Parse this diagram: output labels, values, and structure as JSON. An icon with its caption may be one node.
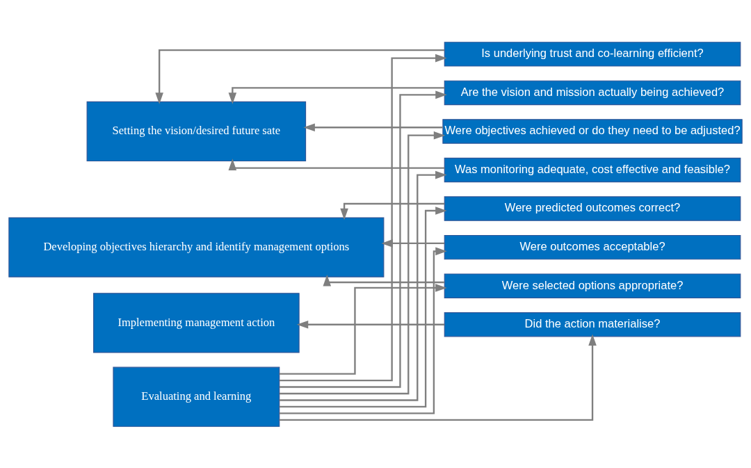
{
  "diagram": {
    "nodes": [
      {
        "text": [
          "Setting the vision/desired future sate"
        ]
      },
      {
        "text": [
          "Developing objectives hierarchy and identify management options"
        ]
      },
      {
        "text": [
          "Implementing management action"
        ]
      },
      {
        "text": [
          "Evaluating and learning"
        ]
      },
      {
        "text": [
          "Is underlying trust and co-learning efficient?"
        ]
      },
      {
        "text": [
          "Are the vision and mission actually being achieved?"
        ]
      },
      {
        "text": [
          "Were objectives achieved or do they need to be adjusted?"
        ]
      },
      {
        "text": [
          "Was monitoring adequate, cost effective and feasible?"
        ]
      },
      {
        "text": [
          "Were predicted outcomes correct?"
        ]
      },
      {
        "text": [
          "Were outcomes acceptable?"
        ]
      },
      {
        "text": [
          "Were selected options appropriate?"
        ]
      },
      {
        "text": [
          "Did the action materialise?"
        ]
      }
    ],
    "edges": [
      {
        "from": 4,
        "to": 0,
        "arrow": "to"
      },
      {
        "from": 5,
        "to": 0,
        "arrow": "to"
      },
      {
        "from": 6,
        "to": 0,
        "arrow": "to"
      },
      {
        "from": 7,
        "to": 0,
        "arrow": "to"
      },
      {
        "from": 8,
        "to": 1,
        "arrow": "to"
      },
      {
        "from": 9,
        "to": 1,
        "arrow": "to"
      },
      {
        "from": 10,
        "to": 1,
        "arrow": "to"
      },
      {
        "from": 11,
        "to": 2,
        "arrow": "to"
      },
      {
        "from": 3,
        "to": 4,
        "arrow": "to"
      },
      {
        "from": 3,
        "to": 5,
        "arrow": "to"
      },
      {
        "from": 3,
        "to": 6,
        "arrow": "to"
      },
      {
        "from": 3,
        "to": 7,
        "arrow": "to"
      },
      {
        "from": 3,
        "to": 8,
        "arrow": "to"
      },
      {
        "from": 3,
        "to": 9,
        "arrow": "to"
      },
      {
        "from": 3,
        "to": 10,
        "arrow": "to"
      },
      {
        "from": 3,
        "to": 11,
        "arrow": "to"
      }
    ]
  }
}
